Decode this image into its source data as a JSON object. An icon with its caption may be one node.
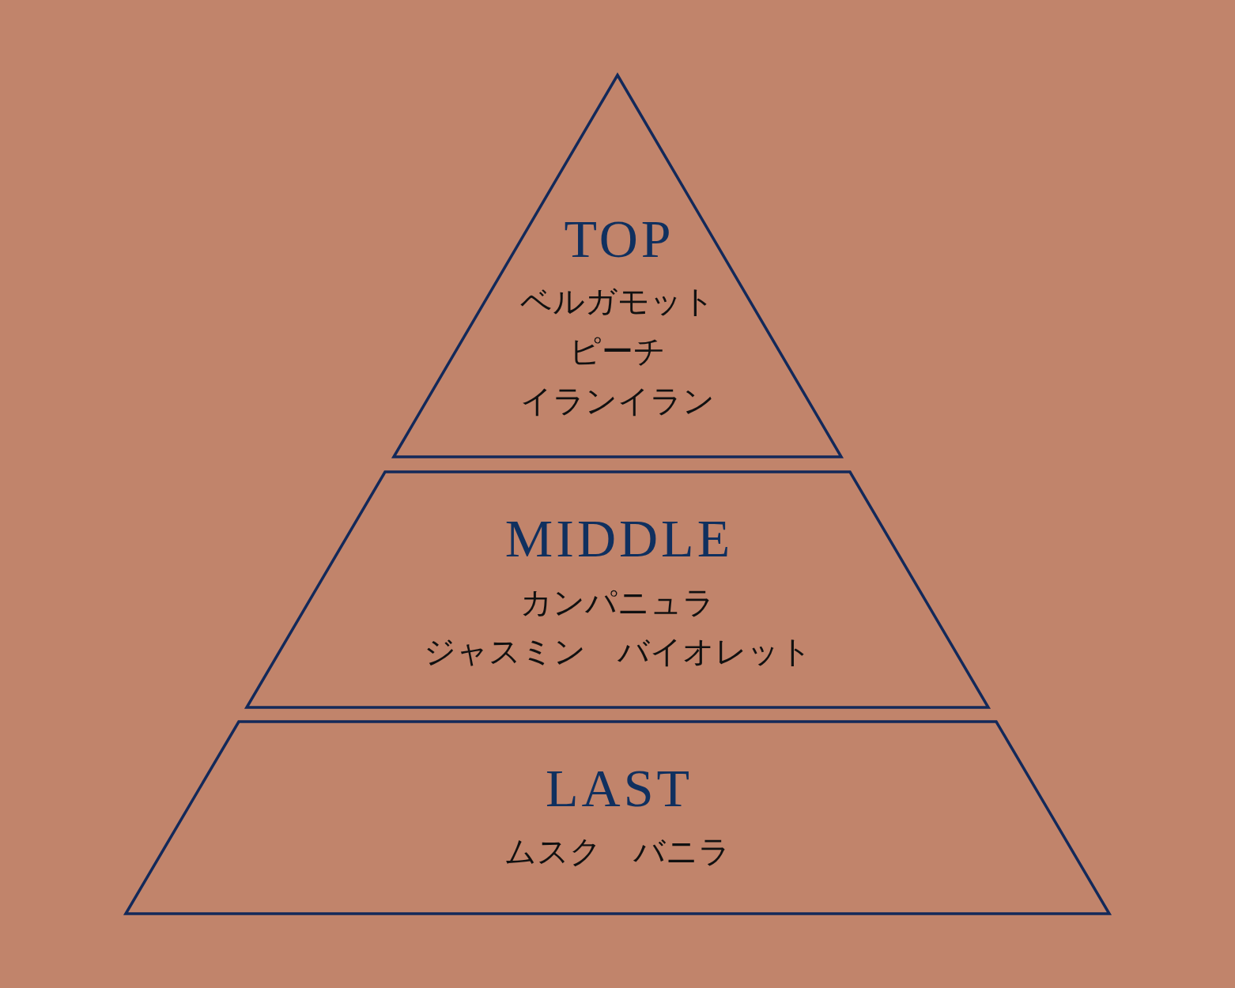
{
  "diagram": {
    "nodes": [
      {
        "text": [
          "TOP",
          "ベルガモット",
          "ピーチ",
          "イランイラン"
        ]
      },
      {
        "text": [
          "MIDDLE",
          "カンパニュラ",
          "ジャスミン　バイオレット"
        ]
      },
      {
        "text": [
          "LAST",
          "ムスク　バニラ"
        ]
      }
    ]
  }
}
